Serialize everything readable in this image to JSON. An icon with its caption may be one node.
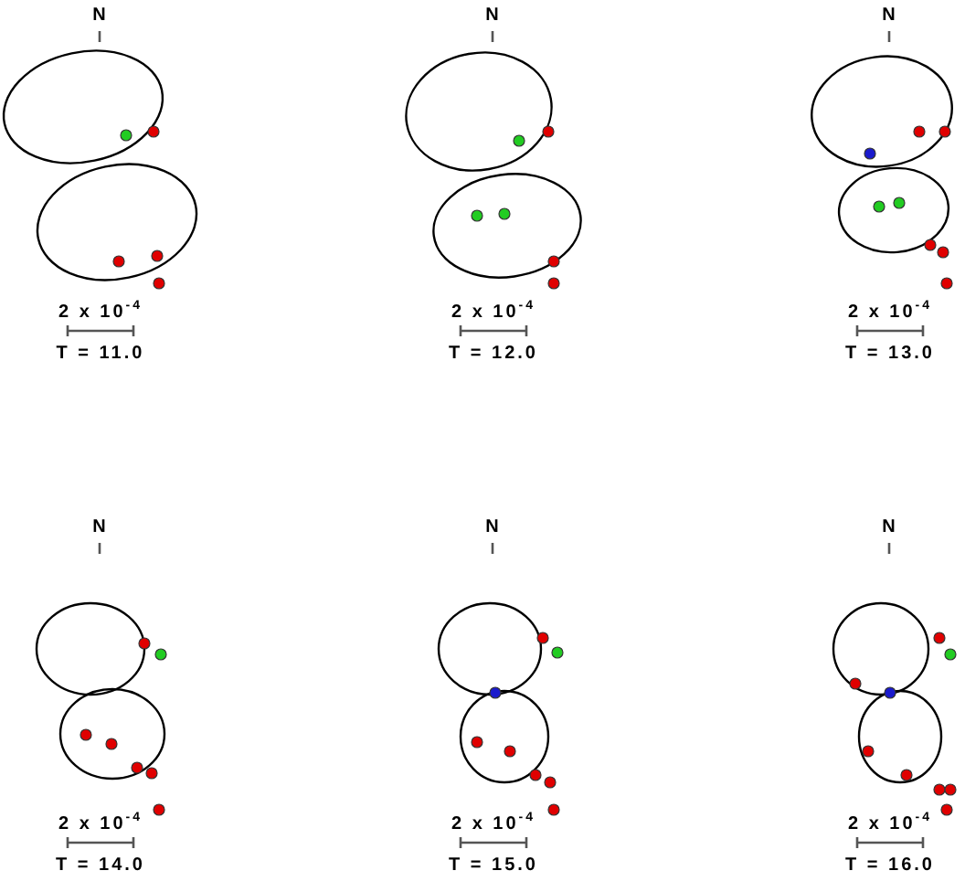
{
  "diagram": {
    "labels": [
      "N",
      "N",
      "N",
      "2 x 10$^{-4}$",
      "2 x 10$^{-4}$",
      "2 x 10$^{-4}$",
      "T = 11.0",
      "T = 12.0",
      "T = 13.0",
      "N",
      "N",
      "N",
      "2 x 10$^{-4}$",
      "2 x 10$^{-4}$",
      "2 x 10$^{-4}$",
      "T = 14.0",
      "T = 15.0",
      "T = 16.0"
    ]
  }
}
